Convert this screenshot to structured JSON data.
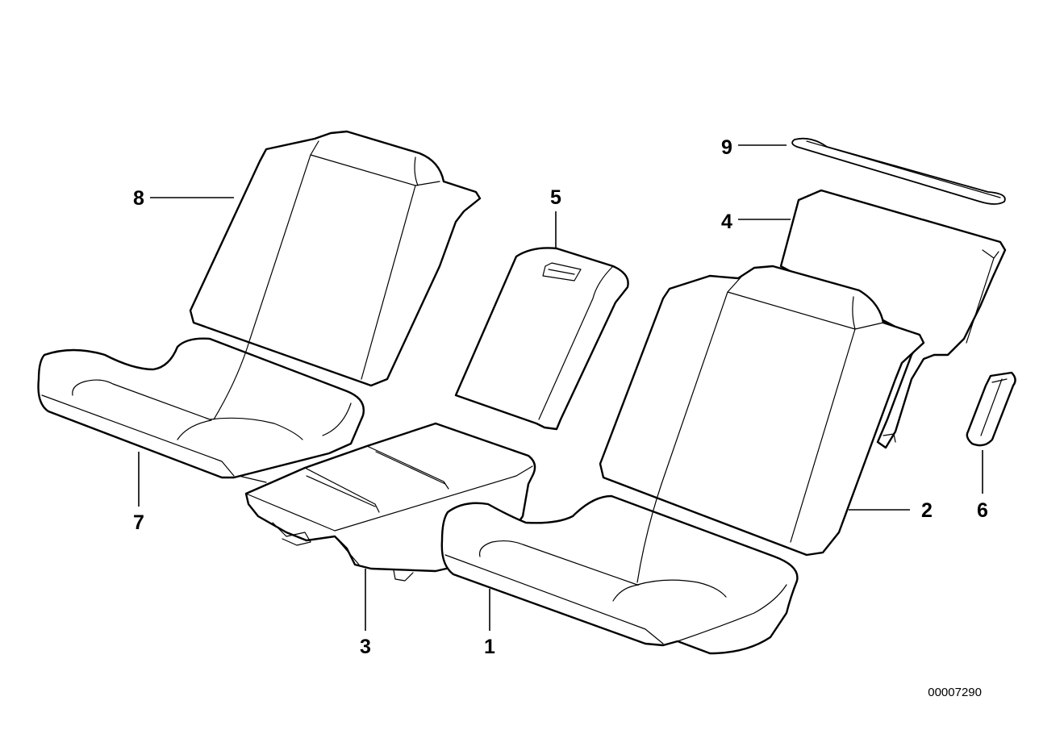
{
  "callouts": [
    {
      "id": "1",
      "label": "1"
    },
    {
      "id": "2",
      "label": "2"
    },
    {
      "id": "3",
      "label": "3"
    },
    {
      "id": "4",
      "label": "4"
    },
    {
      "id": "5",
      "label": "5"
    },
    {
      "id": "6",
      "label": "6"
    },
    {
      "id": "7",
      "label": "7"
    },
    {
      "id": "8",
      "label": "8"
    },
    {
      "id": "9",
      "label": "9"
    }
  ],
  "catalog_number": "00007290"
}
